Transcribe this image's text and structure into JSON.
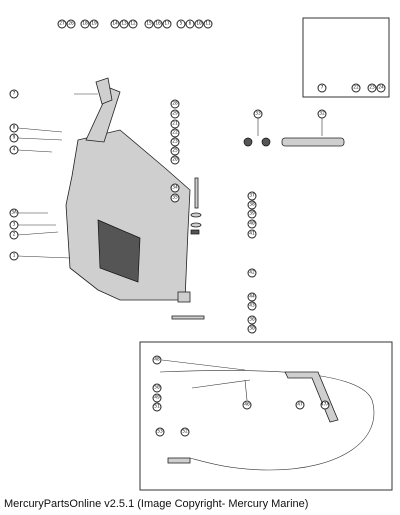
{
  "footer": {
    "credit": "MercuryPartsOnline v2.5.1 (Image Copyright- Mercury Marine)"
  },
  "callouts": {
    "c27": "27",
    "c26": "26",
    "c18": "18",
    "c19": "19",
    "c14": "14",
    "c13": "13",
    "c12": "12",
    "c15": "15",
    "c16": "16",
    "c17": "17",
    "c5": "5",
    "c6": "6",
    "c10": "10",
    "c11": "11",
    "c7": "7",
    "c28": "28",
    "c29": "29",
    "c21": "21",
    "c22": "22",
    "c23a": "23",
    "c25": "25",
    "c20": "20",
    "c8": "8",
    "c9": "9",
    "c4": "4",
    "c33": "33",
    "c32": "32",
    "c34": "34",
    "c35": "35",
    "c37": "37",
    "c38": "38",
    "c39": "39",
    "c40": "40",
    "c41": "41",
    "c3A": "3A",
    "c3": "3",
    "c2": "2",
    "c1": "1",
    "c42": "42",
    "c44": "44",
    "c43": "43",
    "c36": "36",
    "c30": "30",
    "c7b": "7",
    "c22b": "22",
    "c23b": "23",
    "c24": "24",
    "c48": "48",
    "c50": "50",
    "c49": "49",
    "c51": "51",
    "c46": "46",
    "c47": "47",
    "c47A": "47A",
    "c53": "53",
    "c52": "52"
  }
}
